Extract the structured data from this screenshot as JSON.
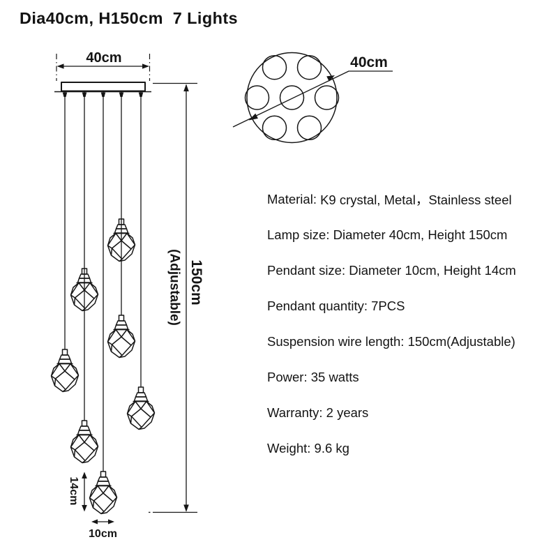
{
  "title": "Dia40cm, H150cm  7 Lights",
  "separator": ": ",
  "front_view": {
    "width_label": "40cm",
    "height_label": "150cm",
    "height_note": "(Adjustable)",
    "pendant_height_label": "14cm",
    "pendant_diameter_label": "10cm"
  },
  "top_view": {
    "diameter_label": "40cm"
  },
  "specs": [
    {
      "label": "Material",
      "value": "K9 crystal, Metal，Stainless steel"
    },
    {
      "label": "Lamp size",
      "value": "Diameter 40cm, Height 150cm"
    },
    {
      "label": "Pendant size",
      "value": "Diameter 10cm, Height 14cm"
    },
    {
      "label": "Pendant quantity",
      "value": "7PCS"
    },
    {
      "label": "Suspension wire length",
      "value": "150cm(Adjustable)"
    },
    {
      "label": "Power",
      "value": "35 watts"
    },
    {
      "label": "Warranty",
      "value": "2 years"
    },
    {
      "label": "Weight",
      "value": "9.6 kg"
    }
  ]
}
